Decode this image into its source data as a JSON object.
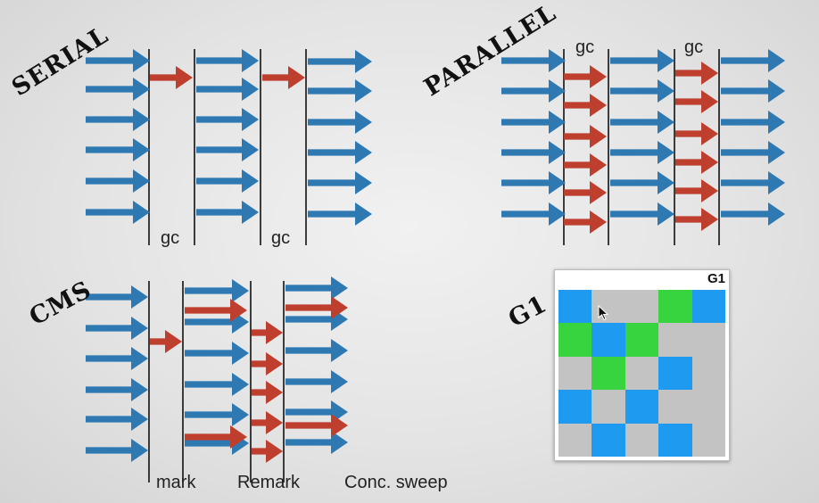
{
  "colors": {
    "thread": "#2f79b3",
    "gc": "#bf3f2e",
    "line": "#111111",
    "free": "#c3c3c3",
    "eden": "#1e9bf0",
    "survivor": "#37d440"
  },
  "serial": {
    "title": "SERIAL",
    "labels": [
      "gc",
      "gc"
    ]
  },
  "parallel": {
    "title": "PARALLEL",
    "labels": [
      "gc",
      "gc"
    ]
  },
  "cms": {
    "title": "CMS",
    "labels": [
      "mark",
      "Remark",
      "Conc. sweep"
    ]
  },
  "g1": {
    "title": "G1",
    "panel_title": "G1",
    "grid": [
      [
        "eden",
        "free",
        "free",
        "survivor",
        "eden"
      ],
      [
        "survivor",
        "eden",
        "survivor",
        "free",
        "free"
      ],
      [
        "free",
        "survivor",
        "free",
        "eden",
        "free"
      ],
      [
        "eden",
        "free",
        "eden",
        "free",
        "free"
      ],
      [
        "free",
        "eden",
        "free",
        "eden",
        "free"
      ]
    ]
  }
}
